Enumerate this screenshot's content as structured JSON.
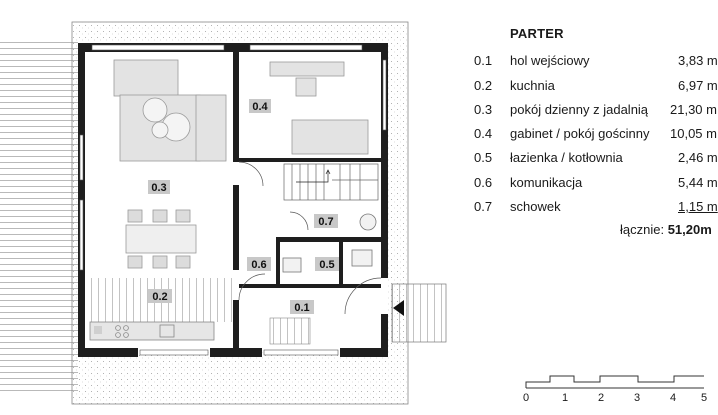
{
  "floor": "PARTER",
  "rooms": [
    {
      "num": "0.1",
      "name": "hol wejściowy",
      "area": "3,83 m"
    },
    {
      "num": "0.2",
      "name": "kuchnia",
      "area": "6,97 m"
    },
    {
      "num": "0.3",
      "name": "pokój dzienny z jadalnią",
      "area": "21,30 m"
    },
    {
      "num": "0.4",
      "name": "gabinet / pokój gościnny",
      "area": "10,05 m"
    },
    {
      "num": "0.5",
      "name": "łazienka / kotłownia",
      "area": "2,46 m"
    },
    {
      "num": "0.6",
      "name": "komunikacja",
      "area": "5,44 m"
    },
    {
      "num": "0.7",
      "name": "schowek",
      "area": "1,15 m"
    }
  ],
  "total_label": "łącznie:",
  "total_value": "51,20m",
  "plan_tags": [
    "0.4",
    "0.3",
    "0.7",
    "0.6",
    "0.5",
    "0.2",
    "0.1"
  ],
  "scale_labels": [
    "0",
    "1",
    "2",
    "3",
    "4",
    "5"
  ],
  "colors": {
    "wall": "#1e1e1e",
    "tag": "#c8c8c8",
    "furniture": "#e3e3e3",
    "terrace": "#f2f2f2"
  }
}
